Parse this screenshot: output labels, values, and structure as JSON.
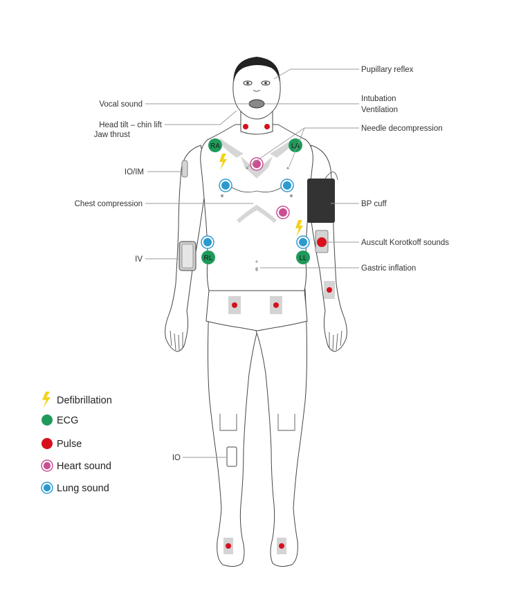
{
  "labels": {
    "pupillary_reflex": "Pupillary reflex",
    "vocal_sound": "Vocal sound",
    "intubation": "Intubation",
    "ventilation": "Ventilation",
    "head_tilt": "Head tilt – chin lift",
    "jaw_thrust": "Jaw thrust",
    "needle_decompression": "Needle decompression",
    "io_im": "IO/IM",
    "chest_compression": "Chest compression",
    "bp_cuff": "BP cuff",
    "auscult_korotkoff": "Auscult Korotkoff sounds",
    "iv": "IV",
    "gastric_inflation": "Gastric inflation",
    "io": "IO"
  },
  "ecg_leads": {
    "ra": "RA",
    "la": "LA",
    "rl": "RL",
    "ll": "LL"
  },
  "legend": [
    {
      "key": "defibrillation",
      "label": "Defibrillation",
      "icon": "lightning-bolt-icon",
      "color": "#f2d21b"
    },
    {
      "key": "ecg",
      "label": "ECG",
      "icon": "filled-circle-icon",
      "color": "#1f9a5b"
    },
    {
      "key": "pulse",
      "label": "Pulse",
      "icon": "filled-circle-icon",
      "color": "#d7101c"
    },
    {
      "key": "heart_sound",
      "label": "Heart sound",
      "icon": "ring-circle-icon",
      "color": "#c94f92"
    },
    {
      "key": "lung_sound",
      "label": "Lung sound",
      "icon": "ring-circle-icon",
      "color": "#2c9ad0"
    }
  ],
  "colors": {
    "defibrillation": "#f2d21b",
    "ecg": "#1f9a5b",
    "pulse": "#d7101c",
    "heart_sound": "#c94f92",
    "lung_sound": "#2c9ad0",
    "cuff": "#333333",
    "pad": "#d4d4d4"
  }
}
